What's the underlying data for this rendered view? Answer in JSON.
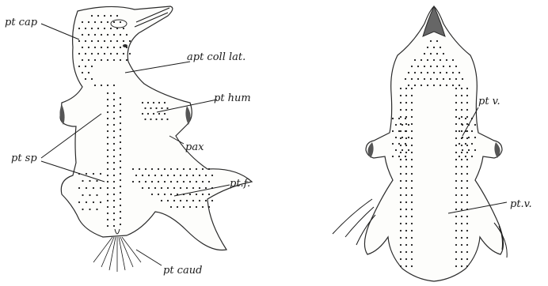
{
  "figure": {
    "dorsal_view": {
      "labels": {
        "pt_cap": "pt cap",
        "apt_coll_lat": "apt coll lat.",
        "pt_hum": "pt hum",
        "pax": "pax",
        "pt_sp": "pt sp",
        "pt_f": "pt.f.",
        "pt_caud": "pt caud"
      }
    },
    "ventral_view": {
      "labels": {
        "pt_v_upper": "pt v.",
        "pt_v_lower": "pt.v."
      }
    }
  }
}
